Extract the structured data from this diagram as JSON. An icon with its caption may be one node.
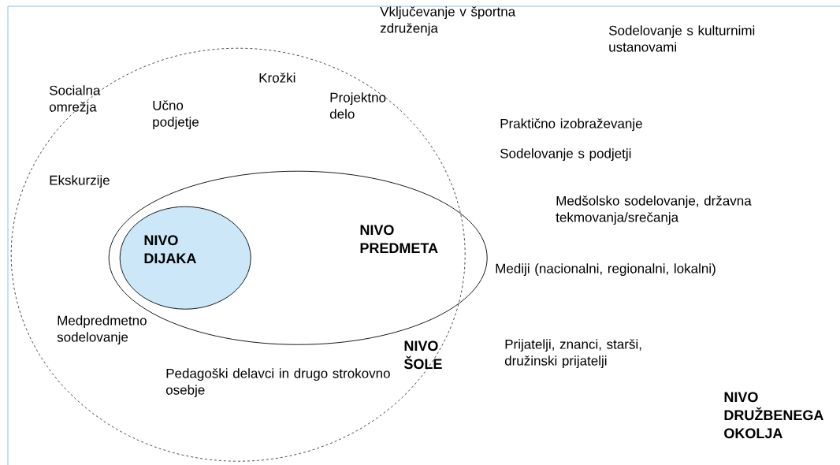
{
  "diagram": {
    "nodes": [
      {
        "text": [
          "NIVO DRUŽBENEGA OKOLJA"
        ]
      },
      {
        "text": [
          "NIVO ŠOLE"
        ],
        "in": 0
      },
      {
        "text": [
          "NIVO PREDMETA"
        ],
        "in": 1
      },
      {
        "text": [
          "NIVO DIJAKA"
        ],
        "in": 2
      }
    ],
    "labels": [
      "Vključevanje v športna združenja",
      "Sodelovanje s kulturnimi ustanovami",
      "Krožki",
      "Socialna omrežja",
      "Projektno delo",
      "Učno podjetje",
      "Praktično izobraževanje",
      "Sodelovanje s podjetji",
      "Ekskurzije",
      "Medšolsko sodelovanje, državna tekmovanja/srečanja",
      "Mediji (nacionalni, regionalni, lokalni)",
      "Medpredmetno sodelovanje",
      "Prijatelji, znanci, starši, družinski prijatelji",
      "Pedagoški delavci in drugo strokovno osebje"
    ]
  }
}
